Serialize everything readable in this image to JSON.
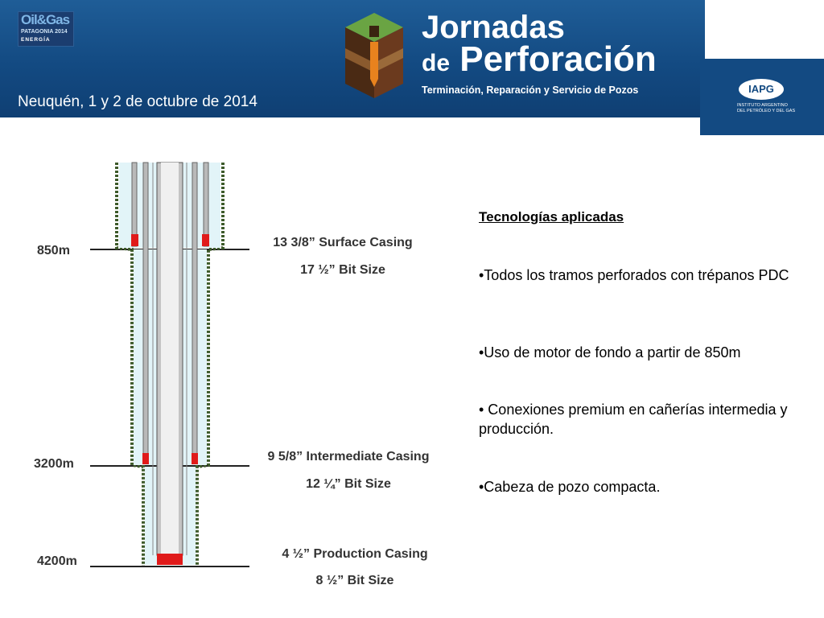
{
  "header": {
    "logo_oilgas": {
      "name": "Oil&Gas",
      "line2": "PATAGONIA 2014",
      "line3": "ENERGÍA"
    },
    "place_date": "Neuquén, 1 y 2 de octubre de 2014",
    "title_line1": "Jornadas",
    "title_line2_prefix": "de",
    "title_line2_main": "Perforación",
    "subtitle": "Terminación, Reparación y Servicio de Pozos",
    "iapg": {
      "logo_text": "IAPG",
      "line1": "INSTITUTO ARGENTINO",
      "line2": "DEL PETRÓLEO Y DEL GAS"
    },
    "colors": {
      "header_blue": "#134a82",
      "logo_green": "#6aa443",
      "logo_brown": "#6b3a1e",
      "logo_orange": "#e8821e"
    }
  },
  "diagram": {
    "depths": [
      "850m",
      "3200m",
      "4200m"
    ],
    "sections": [
      {
        "casing": "13 3/8” Surface Casing",
        "bit": "17 ½” Bit Size"
      },
      {
        "casing": "9 5/8” Intermediate Casing",
        "bit": "12 ¼” Bit Size"
      },
      {
        "casing": "4 ½” Production Casing",
        "bit": "8 ½” Bit Size"
      }
    ],
    "colors": {
      "formation": "#3d5a2a",
      "casing": "#b9b9b9",
      "annulus": "#e2f4f8",
      "shoe": "#e01a1a"
    }
  },
  "panel": {
    "title": "Tecnologías aplicadas",
    "bullets": [
      "•Todos los tramos perforados con trépanos PDC",
      "•Uso de motor de fondo a partir de 850m",
      "• Conexiones premium en cañerías intermedia y producción.",
      "•Cabeza de pozo compacta."
    ]
  }
}
